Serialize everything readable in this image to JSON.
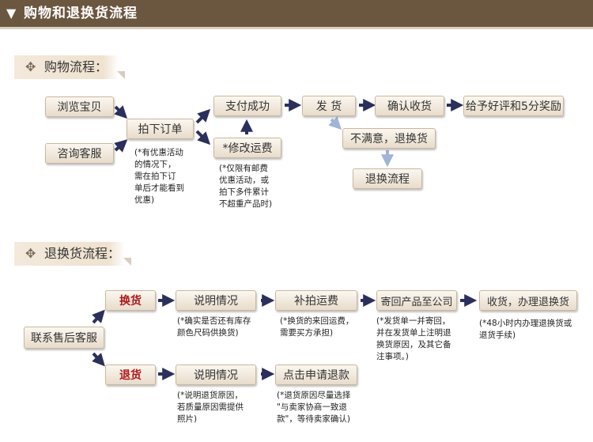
{
  "header": {
    "title": "购物和退换货流程"
  },
  "shopping": {
    "section_title": "购物流程：",
    "nodes": {
      "browse": "浏览宝贝",
      "consult": "咨询客服",
      "order": "拍下订单",
      "pay": "支付成功",
      "modify_fee": "*修改运费",
      "ship": "发 货",
      "confirm": "确认收货",
      "review": "给予好评和5分奖励",
      "unsatisfied": "不满意，退换货",
      "return_flow": "退换流程"
    },
    "notes": {
      "order_note": "(*有优惠活动\n的情况下，\n需在拍下订\n单后才能看到\n优惠)",
      "fee_note": "(*仅限有邮费\n优惠活动，或\n拍下多件累计\n不超重产品时)"
    }
  },
  "returns": {
    "section_title": "退换货流程：",
    "nodes": {
      "contact": "联系售后客服",
      "exchange": "换货",
      "refund": "退货",
      "explain1": "说明情况",
      "explain2": "说明情况",
      "extra_fee": "补拍运费",
      "send_back": "寄回产品至公司",
      "receive": "收货，办理退换货",
      "apply_refund": "点击申请退款"
    },
    "notes": {
      "explain1_note": "(*确实是否还有库存\n颜色尺码供换货)",
      "extra_fee_note": "(*换货的来回运费，\n需要买方承担)",
      "send_back_note": "(*发货单一并寄回，\n并在发货单上注明退\n换货原因，及其它备\n注事项。)",
      "receive_note": "(*48小时内办理退换货或\n退货手续)",
      "explain2_note": "(*说明退货原因，\n若质量原因需提供\n照片)",
      "apply_refund_note": "(*退货原因尽量选择\n\"与卖家协商一致退\n款\"，等待卖家确认)"
    }
  },
  "colors": {
    "header_bg": "#6b5640",
    "arrow": "#2b2f5c",
    "accent_red": "#b01818",
    "light_arrow": "#9fb4d6"
  }
}
